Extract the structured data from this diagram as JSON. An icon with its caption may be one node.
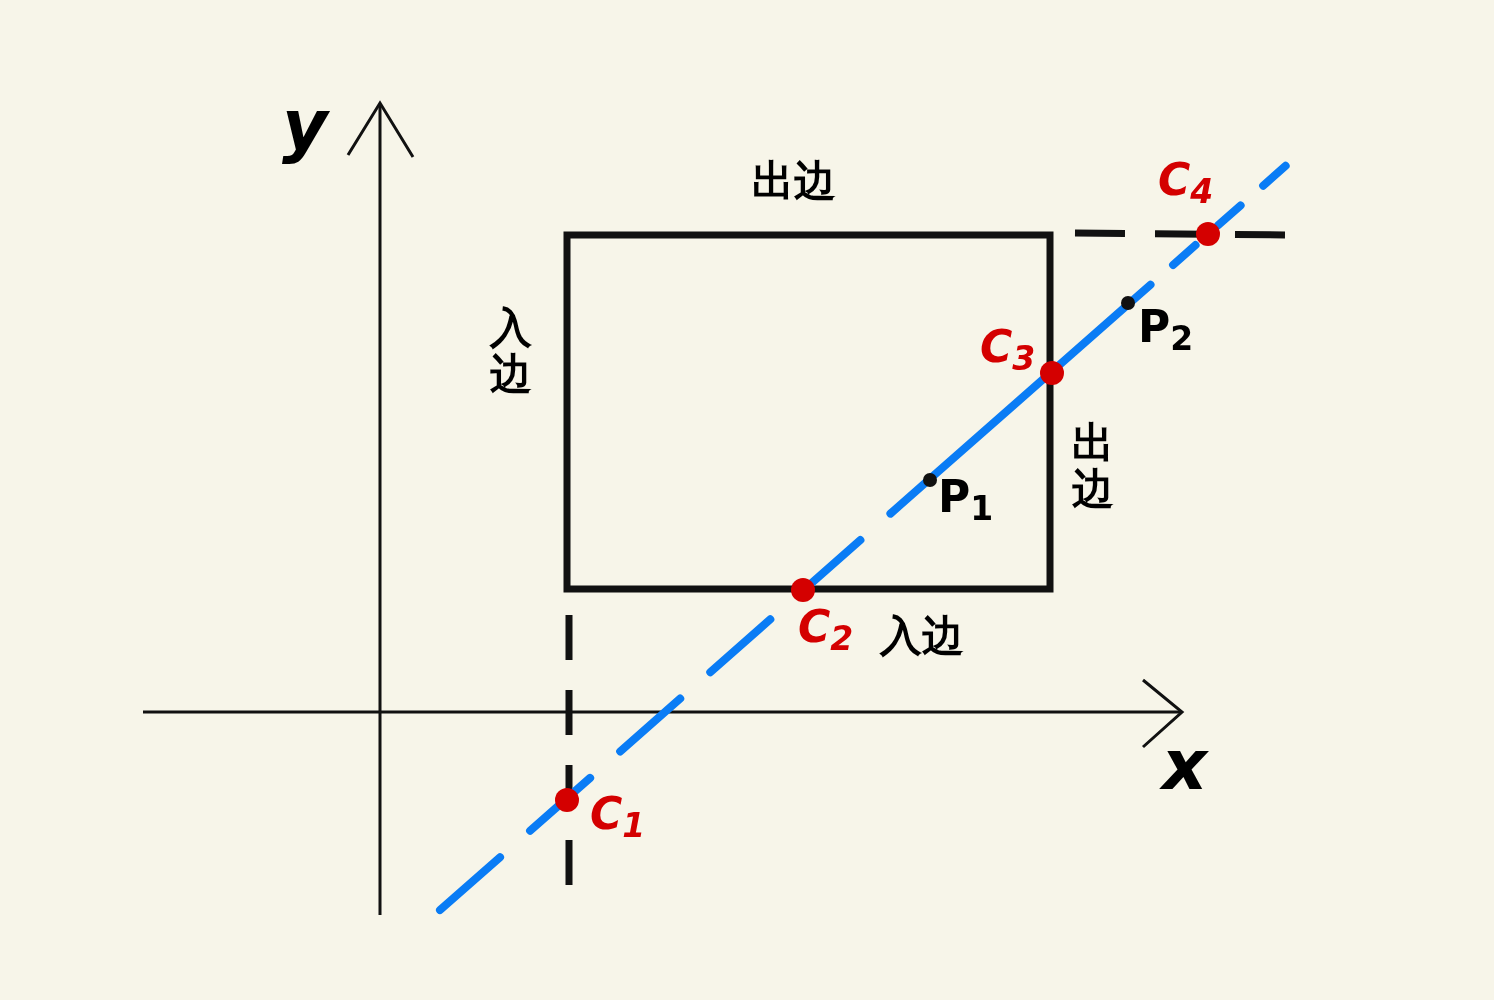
{
  "diagram": {
    "labels": [
      "y",
      "出边",
      "C$_{4}$",
      "入边",
      "P$_{2}$",
      "C$_{3}$",
      "出边",
      "P$_{1}$",
      "C$_{2}$",
      "入边",
      "x",
      "C$_{1}$"
    ]
  }
}
